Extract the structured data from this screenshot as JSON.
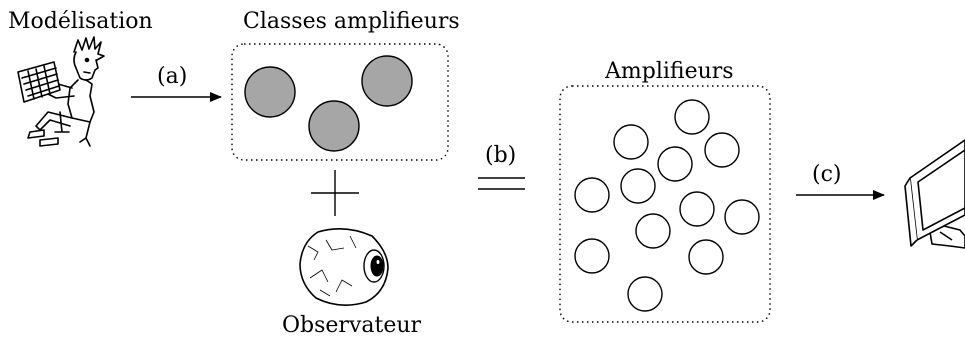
{
  "labels": {
    "modelisation": "Modélisation",
    "classes": "Classes amplifieurs",
    "amplifieurs": "Amplifieurs",
    "observateur": "Observateur",
    "step_a": "(a)",
    "step_b": "(b)",
    "step_c": "(c)"
  },
  "colors": {
    "class_fill": "#a6a6a6",
    "stroke": "#000000",
    "background": "#ffffff"
  },
  "icons": {
    "person": "person-typing-icon",
    "eye": "eye-icon",
    "monitor": "monitor-icon"
  }
}
